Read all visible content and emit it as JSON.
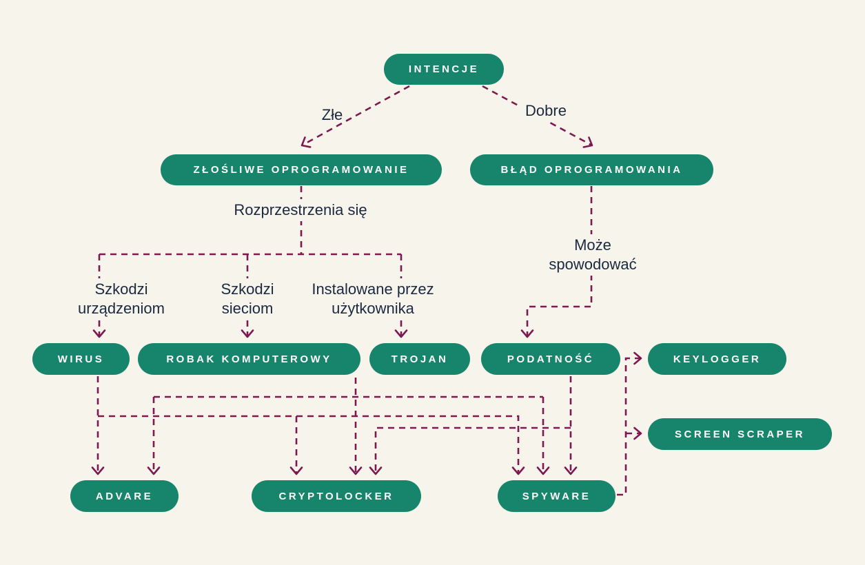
{
  "title": "Diagram intencji oprogramowania (taksonomia złośliwego oprogramowania)",
  "colors": {
    "background": "#f7f4ec",
    "node": "#17856b",
    "line": "#7d1950",
    "label_text": "#1b2940",
    "node_text": "#ffffff"
  },
  "nodes": {
    "intencje": {
      "label": "INTENCJE"
    },
    "zlosliwe": {
      "label": "ZŁOŚLIWE OPROGRAMOWANIE"
    },
    "blad": {
      "label": "BŁĄD OPROGRAMOWANIA"
    },
    "wirus": {
      "label": "WIRUS"
    },
    "robak": {
      "label": "ROBAK KOMPUTEROWY"
    },
    "trojan": {
      "label": "TROJAN"
    },
    "podatnosc": {
      "label": "PODATNOŚĆ"
    },
    "keylogger": {
      "label": "KEYLOGGER"
    },
    "screen_scraper": {
      "label": "SCREEN SCRAPER"
    },
    "advare": {
      "label": "ADVARE"
    },
    "cryptolocker": {
      "label": "CRYPTOLOCKER"
    },
    "spyware": {
      "label": "SPYWARE"
    }
  },
  "edge_labels": {
    "zle": {
      "text": "Złe"
    },
    "dobre": {
      "text": "Dobre"
    },
    "rozprzestrzenia": {
      "text": "Rozprzestrzenia się"
    },
    "moze": {
      "text": "Może spowodować"
    },
    "szkodzi_urzadzeniom": {
      "text": "Szkodzi urządzeniom"
    },
    "szkodzi_sieciom": {
      "text": "Szkodzi sieciom"
    },
    "instalowane": {
      "text": "Instalowane przez użytkownika"
    }
  }
}
